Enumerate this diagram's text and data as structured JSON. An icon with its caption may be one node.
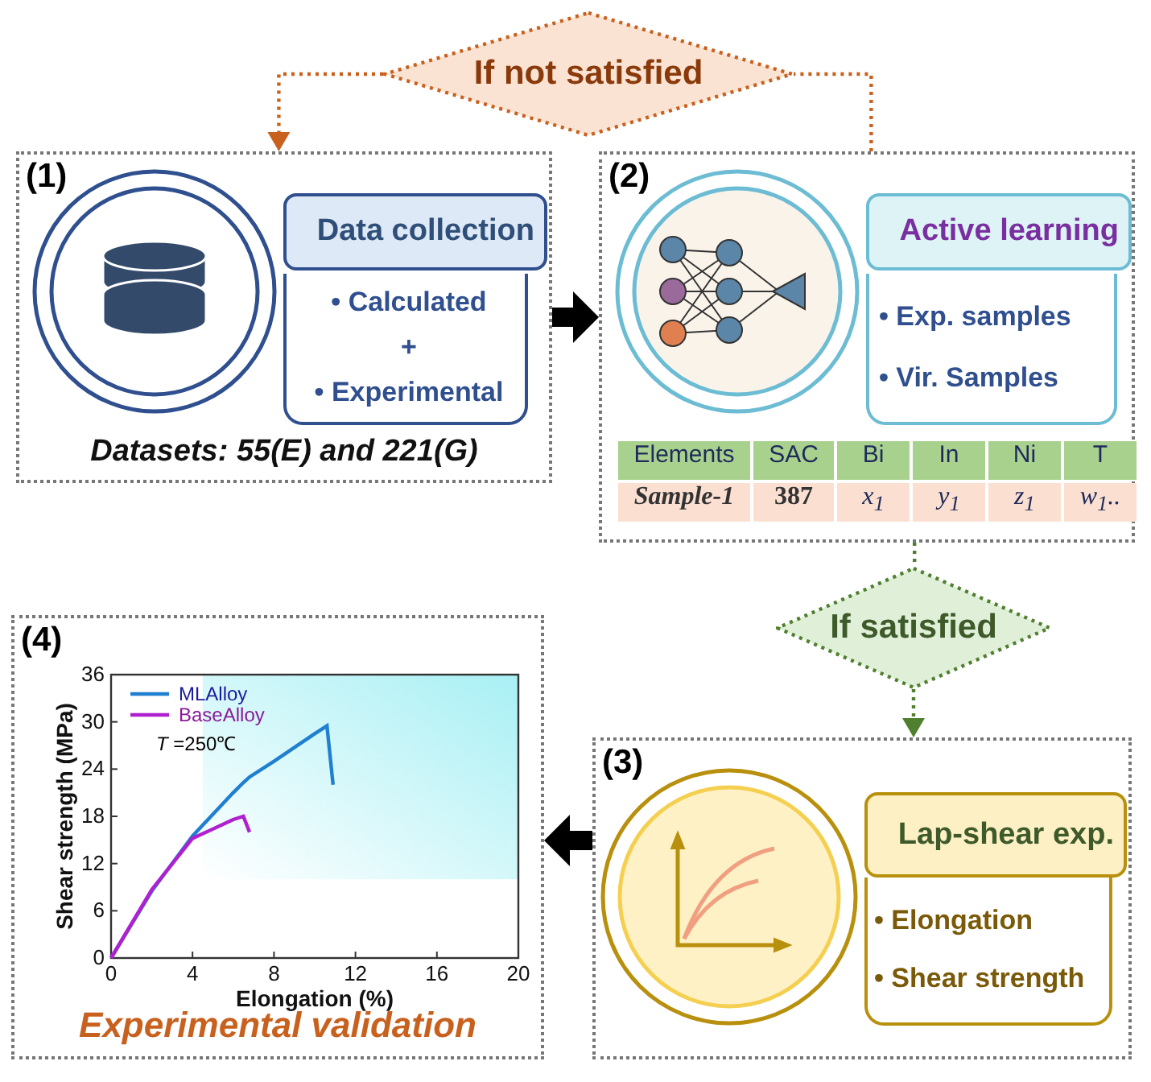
{
  "diagram": {
    "nodes": [
      {
        "text": [
          "If not satisfied"
        ]
      },
      {
        "text": [
          "(1)",
          "Datasets: 55(E) and 221(G)"
        ]
      },
      {
        "text": [
          "Data collection"
        ],
        "in": 1
      },
      {
        "text": [
          "• Calculated",
          "+",
          "• Experimental"
        ],
        "in": 1
      },
      {
        "text": [
          "(2)"
        ]
      },
      {
        "text": [
          "Active learning"
        ],
        "in": 4
      },
      {
        "text": [
          "• Exp. samples",
          "• Vir. Samples"
        ],
        "in": 4
      },
      {
        "text": [
          "If satisfied"
        ]
      },
      {
        "text": [
          "(3)"
        ]
      },
      {
        "text": [
          "Lap-shear exp."
        ],
        "in": 8
      },
      {
        "text": [
          "• Elongation",
          "• Shear strength"
        ],
        "in": 8
      },
      {
        "text": [
          "(4)",
          "Experimental validation"
        ]
      }
    ],
    "edges": [
      {
        "from": 4,
        "to": 0,
        "arrow": "none",
        "style": "dashed",
        "color": "#c8601e"
      },
      {
        "from": 0,
        "to": 1,
        "arrow": "to",
        "style": "dashed",
        "color": "#c8601e"
      },
      {
        "from": 1,
        "to": 4,
        "arrow": "to",
        "style": "thick",
        "color": "#000000"
      },
      {
        "from": 4,
        "to": 7,
        "arrow": "none",
        "style": "dashed",
        "color": "#4f7f2f"
      },
      {
        "from": 7,
        "to": 8,
        "arrow": "to",
        "style": "dashed",
        "color": "#4f7f2f"
      },
      {
        "from": 8,
        "to": 11,
        "arrow": "to",
        "style": "thick",
        "color": "#000000"
      }
    ],
    "labels": [
      "Elements",
      "SAC",
      "Bi",
      "In",
      "Ni",
      "T",
      "Sample-1",
      "387",
      "x$_{1}$",
      "y$_{1}$",
      "z$_{1}$",
      "w$_{1}$.."
    ],
    "chart_data": {
      "type": "line",
      "xlabel": "Elongation (%)",
      "ylabel": "Shear strength (MPa)",
      "x": [
        0,
        2,
        4,
        6,
        6.5,
        6.8,
        8,
        10,
        10.6,
        10.9
      ],
      "series": [
        {
          "name": "MLAlloy",
          "color": "#1f7fd0",
          "values": [
            0,
            8.5,
            15.5,
            21,
            22.3,
            23,
            25,
            28.5,
            29.5,
            22
          ]
        },
        {
          "name": "BaseAlloy",
          "color": "#b020d0",
          "values": [
            0,
            8.7,
            15.2,
            17.6,
            18,
            16,
            null,
            null,
            null,
            null
          ]
        }
      ],
      "xlim": [
        0,
        20
      ],
      "ylim": [
        0,
        36
      ],
      "xticks": [
        0,
        4,
        8,
        12,
        16,
        20
      ],
      "yticks": [
        0,
        6,
        12,
        18,
        24,
        30,
        36
      ],
      "legend": "upper left",
      "annotations": [
        "*T* =250℃"
      ]
    }
  }
}
